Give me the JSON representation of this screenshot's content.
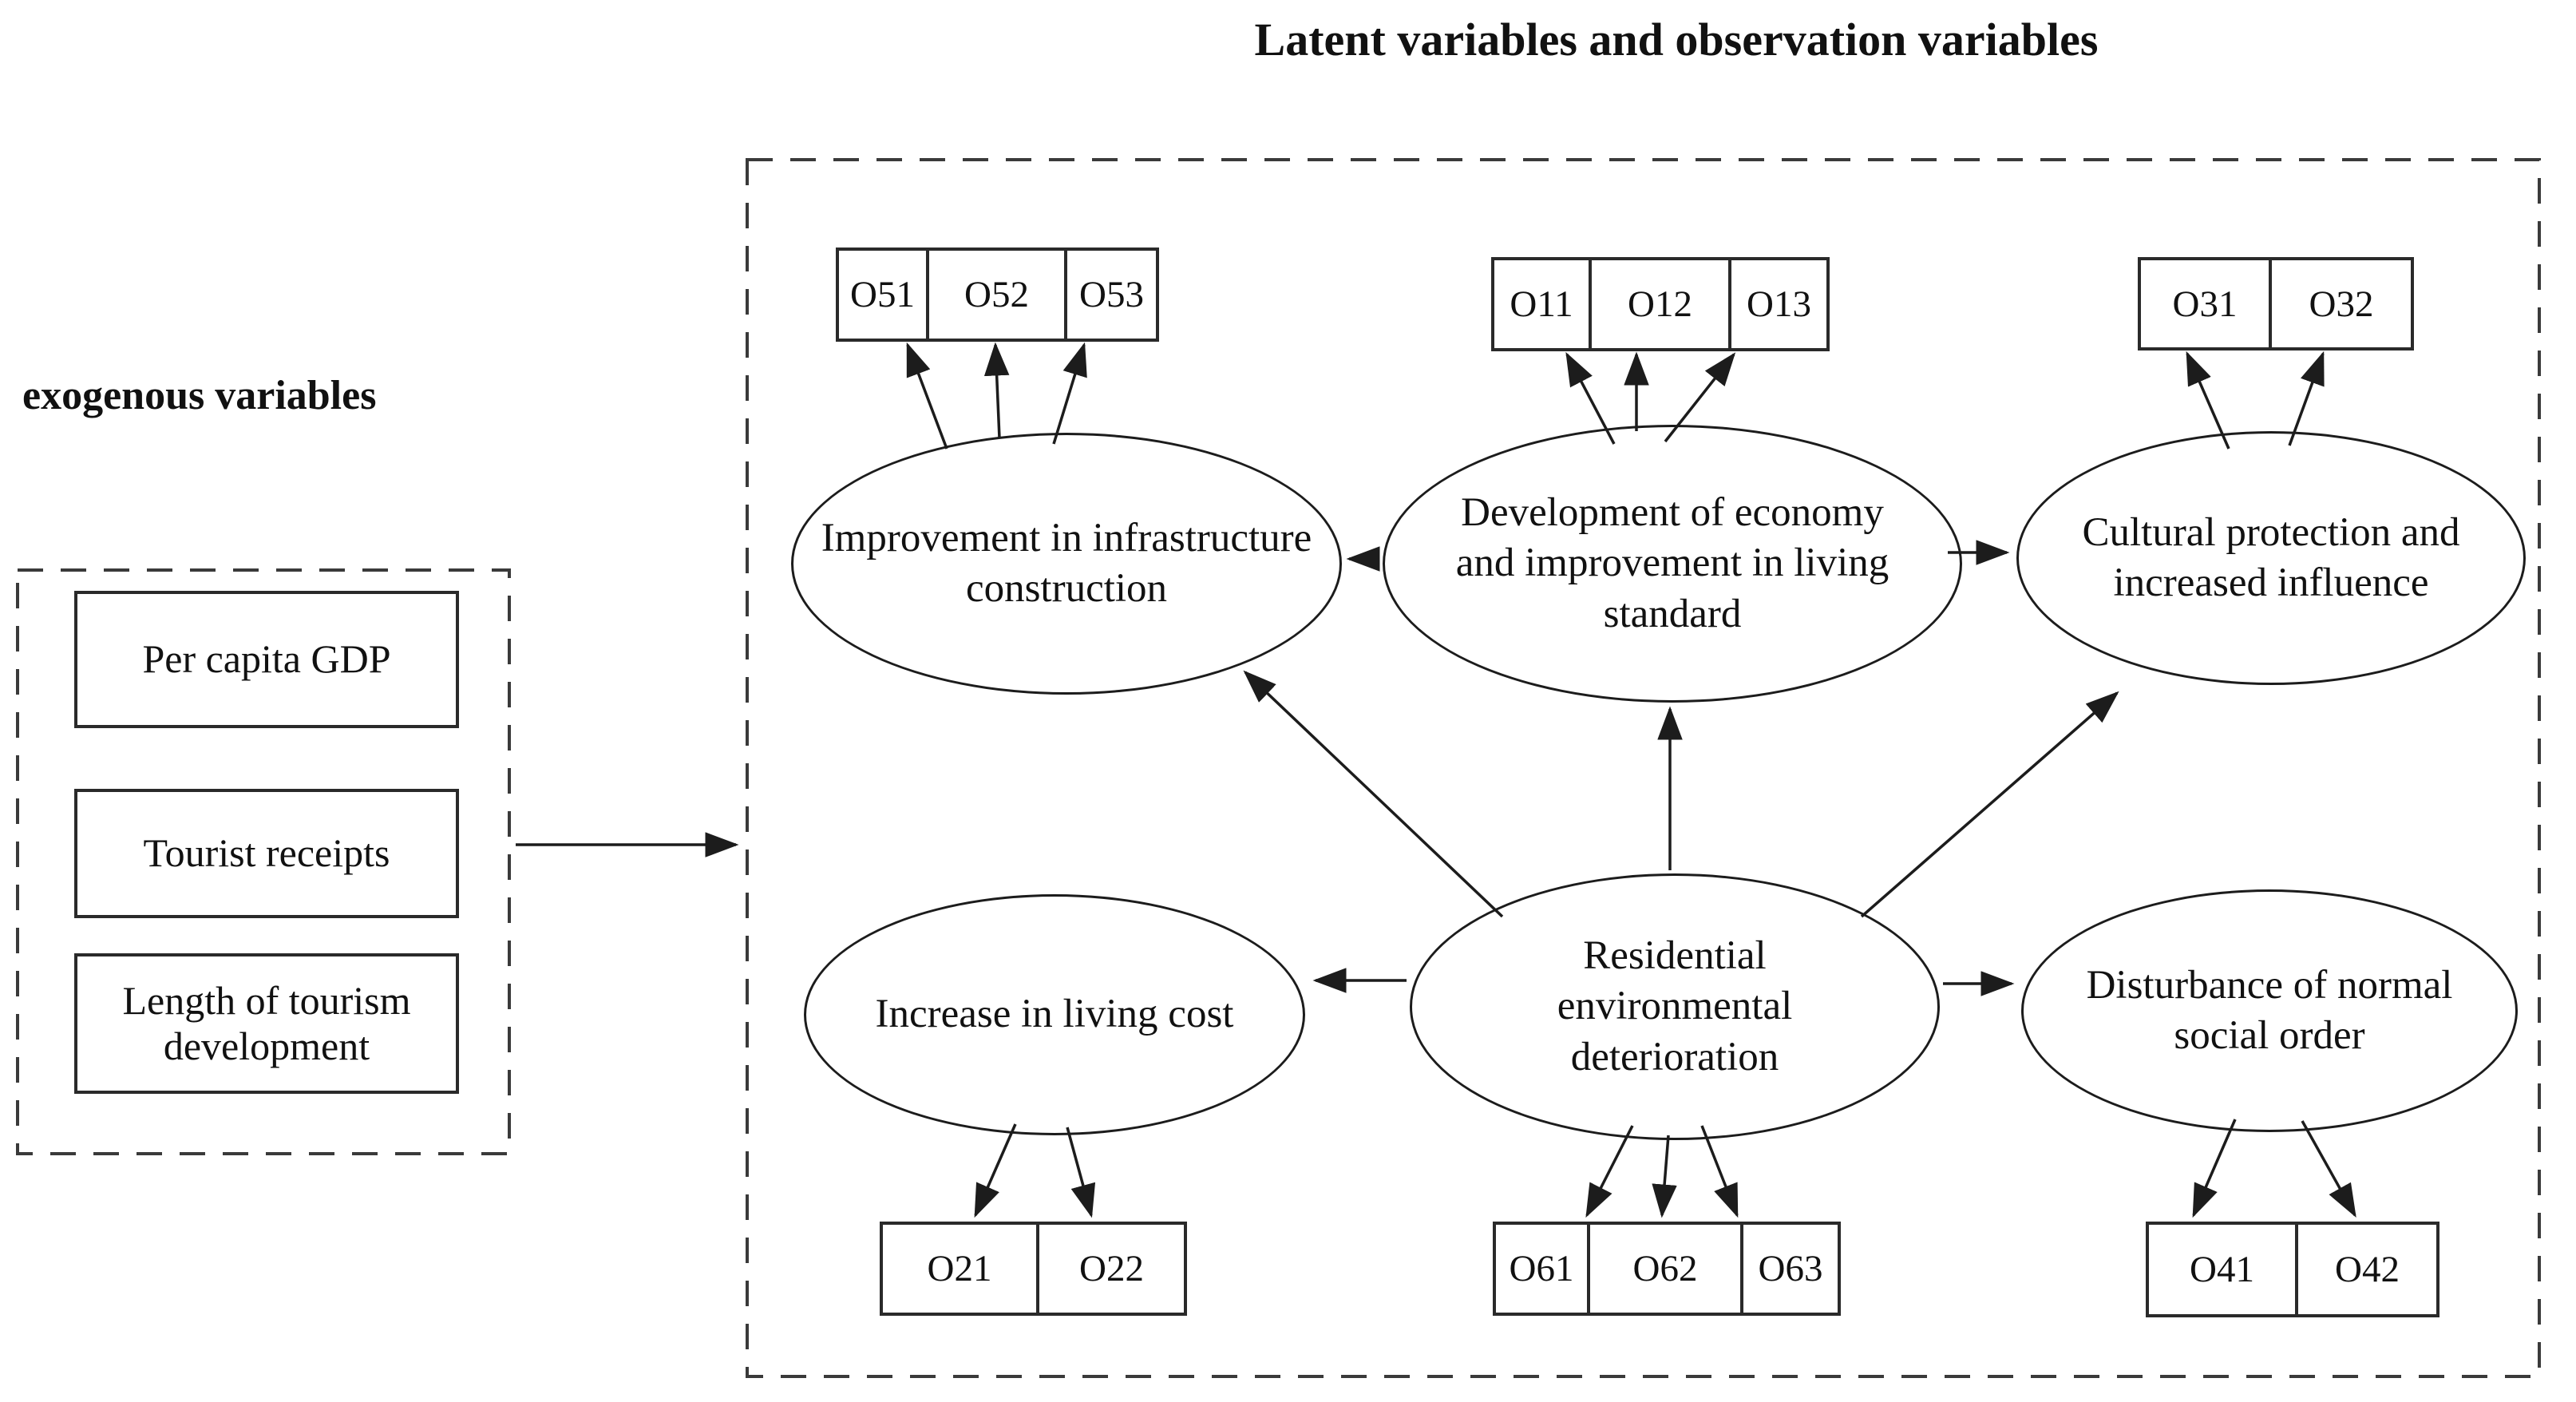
{
  "title": "Latent variables and observation variables",
  "exogenous": {
    "label": "exogenous variables",
    "boxes": [
      "Per capita GDP",
      "Tourist receipts",
      "Length of tourism development"
    ]
  },
  "latent": {
    "infrastructure": "Improvement in infrastructure construction",
    "economy": "Development of economy and improvement in living standard",
    "culture": "Cultural protection and increased influence",
    "living_cost": "Increase in  living cost",
    "environment": "Residential environmental deterioration",
    "social_order": "Disturbance of normal social order"
  },
  "observed": {
    "o5": [
      "O51",
      "O52",
      "O53"
    ],
    "o1": [
      "O11",
      "O12",
      "O13"
    ],
    "o3": [
      "O31",
      "O32"
    ],
    "o2": [
      "O21",
      "O22"
    ],
    "o6": [
      "O61",
      "O62",
      "O63"
    ],
    "o4": [
      "O41",
      "O42"
    ]
  },
  "colors": {
    "ink": "#1c1c1c",
    "background": "#ffffff"
  }
}
